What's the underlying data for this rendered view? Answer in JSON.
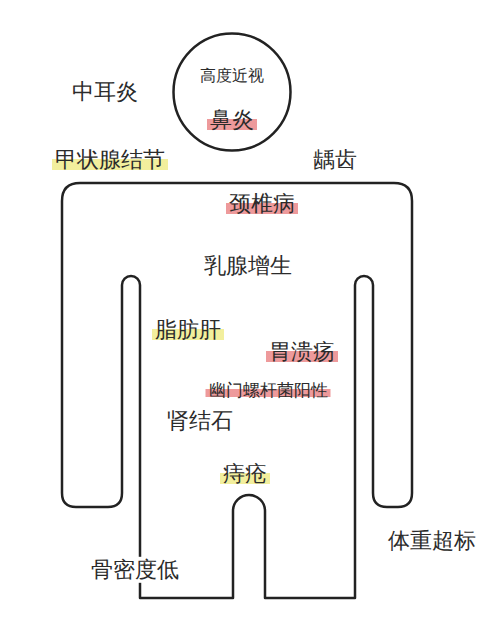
{
  "diagram": {
    "nodes": [
      {
        "text": [
          "高度近视",
          "鼻炎"
        ]
      },
      {
        "text": [
          "颈椎病",
          "乳腺增生",
          "脂肪肝",
          "胃溃疡",
          "幽门螺杆菌阳性",
          "肾结石",
          "痔疮"
        ]
      }
    ],
    "labels": [
      "中耳炎",
      "甲状腺结节",
      "龋齿",
      "骨密度低",
      "体重超标"
    ]
  }
}
